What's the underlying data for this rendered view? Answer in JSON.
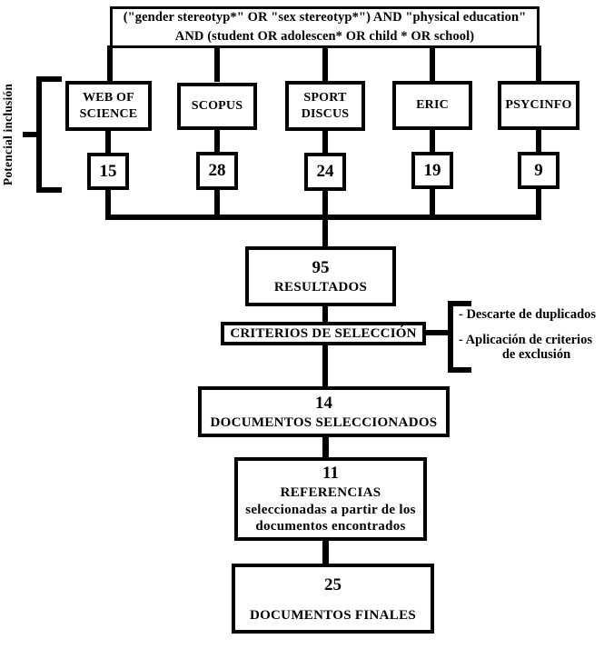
{
  "query": {
    "line1": "(\"gender stereotyp*\" OR \"sex stereotyp*\") AND \"physical education\"",
    "line2": "AND (student OR adolescen* OR child * OR school)"
  },
  "side_label": "Potencial inclusión",
  "databases": [
    {
      "name": "WEB OF SCIENCE",
      "count": "15"
    },
    {
      "name": "SCOPUS",
      "count": "28"
    },
    {
      "name": "SPORT DISCUS",
      "count": "24"
    },
    {
      "name": "ERIC",
      "count": "19"
    },
    {
      "name": "PSYCINFO",
      "count": "9"
    }
  ],
  "results": {
    "count": "95",
    "label": "RESULTADOS"
  },
  "criteria": {
    "label": "CRITERIOS DE SELECCIÓN"
  },
  "criteria_notes": {
    "line1": "- Descarte de duplicados",
    "line2": "- Aplicación de criterios",
    "line3": "de exclusión"
  },
  "selected": {
    "count": "14",
    "label": "DOCUMENTOS SELECCIONADOS"
  },
  "references": {
    "count": "11",
    "line1": "REFERENCIAS",
    "line2": "seleccionadas a partir de los",
    "line3": "documentos encontrados"
  },
  "finals": {
    "count": "25",
    "label": "DOCUMENTOS FINALES"
  },
  "colors": {
    "line": "#000000",
    "background": "#ffffff"
  }
}
